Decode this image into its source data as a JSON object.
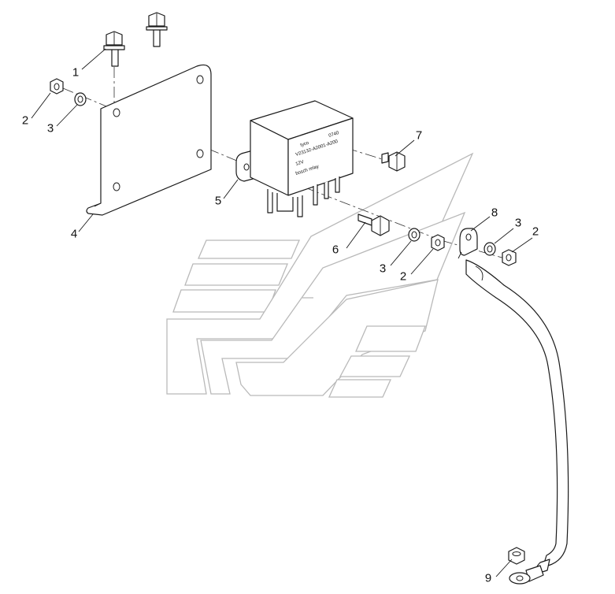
{
  "callouts": {
    "c1": "1",
    "c2a": "2",
    "c3a": "3",
    "c4": "4",
    "c5": "5",
    "c6": "6",
    "c7": "7",
    "c8": "8",
    "c3b": "3",
    "c2b": "2",
    "c3c": "3",
    "c2c": "2",
    "c9": "9"
  },
  "relay_label": {
    "brand": "tyco",
    "code": "0740",
    "part": "V23132-A2001-A200",
    "voltage": "12V",
    "maker": "bosch relay"
  },
  "icons": [
    "bolt-icon",
    "nut-icon",
    "washer-icon",
    "relay-icon",
    "cable-icon",
    "bracket-icon",
    "watermark-logo"
  ]
}
